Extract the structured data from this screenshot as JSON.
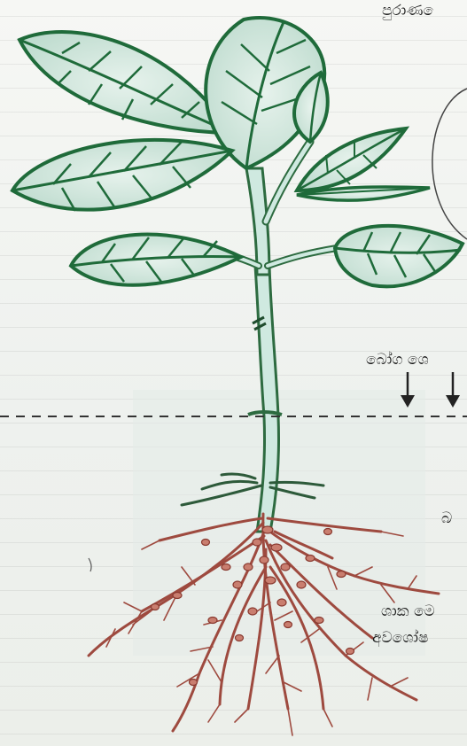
{
  "labels": {
    "old_leaf": "පුරාණ ෙ",
    "bhoga": "බෝග ශෙ",
    "ba": "බ",
    "shaka_line1": "ශාක මෙ",
    "shaka_line2": "අවශෝෂ"
  },
  "colors": {
    "leaf_fill": "#cfe6dd",
    "leaf_vein": "#1f6b3a",
    "stem_fill": "#cfe9e0",
    "stem_stroke": "#2d6b40",
    "root": "#9e4a3f",
    "dash_line": "#333333"
  }
}
